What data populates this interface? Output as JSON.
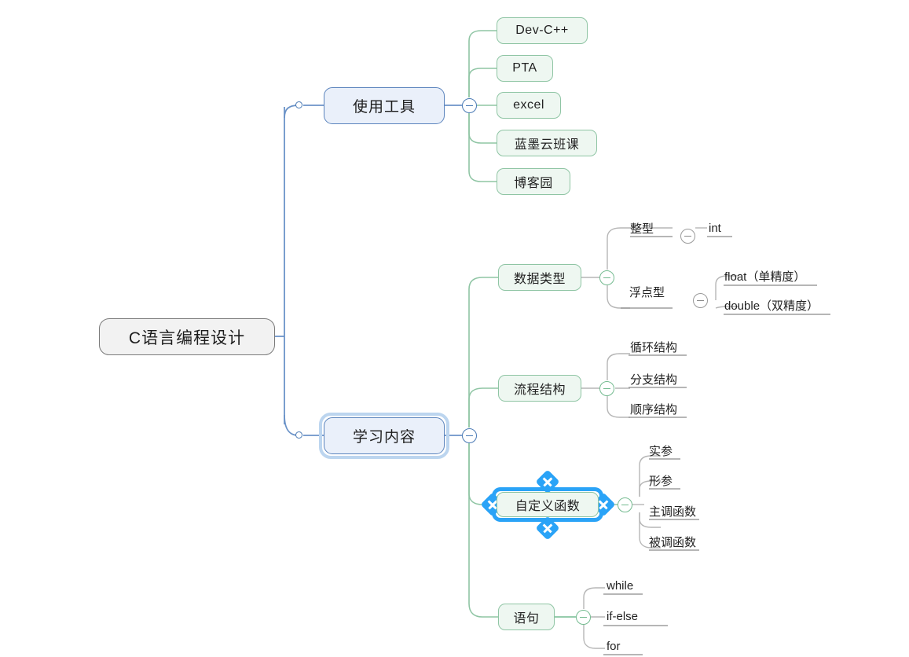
{
  "app": {
    "type": "mindmap",
    "background": "#ffffff"
  },
  "colors": {
    "root_fill": "#f2f2f2",
    "root_border": "#7a7a7a",
    "blue_fill": "#eaf0fa",
    "blue_border": "#5b84bd",
    "green_fill": "#eef7f1",
    "green_border": "#8fc5a4",
    "selection": "#2aa3f7",
    "hover_halo": "#bcd5ef",
    "link_blue": "#6b93c8",
    "link_green": "#8fc5a4",
    "link_gray": "#b6b6b6",
    "text": "#1d1d1d"
  },
  "root": {
    "label": "C语言编程设计"
  },
  "branches": {
    "tools": {
      "label": "使用工具",
      "toggle": "collapse-minus",
      "children": [
        {
          "label": "Dev-C++"
        },
        {
          "label": "PTA"
        },
        {
          "label": "excel"
        },
        {
          "label": "蓝墨云班课"
        },
        {
          "label": "博客园"
        }
      ]
    },
    "content": {
      "label": "学习内容",
      "state": "hovered",
      "toggle": "collapse-minus",
      "children": [
        {
          "label": "数据类型",
          "toggle": "collapse-minus",
          "children": [
            {
              "label": "整型",
              "toggle": "collapse-minus",
              "children": [
                {
                  "label": "int"
                }
              ]
            },
            {
              "label": "浮点型",
              "toggle": "collapse-minus",
              "children": [
                {
                  "label": "float（单精度）"
                },
                {
                  "label": "double（双精度）"
                }
              ]
            }
          ]
        },
        {
          "label": "流程结构",
          "toggle": "collapse-minus",
          "children": [
            {
              "label": "循环结构"
            },
            {
              "label": "分支结构"
            },
            {
              "label": "顺序结构"
            }
          ]
        },
        {
          "label": "自定义函数",
          "state": "selected",
          "toggle": "collapse-minus",
          "children": [
            {
              "label": "实参"
            },
            {
              "label": "形参"
            },
            {
              "label": "主调函数"
            },
            {
              "label": "被调函数"
            }
          ]
        },
        {
          "label": "语句",
          "toggle": "collapse-minus",
          "children": [
            {
              "label": "while"
            },
            {
              "label": "if-else"
            },
            {
              "label": "for"
            }
          ]
        }
      ]
    }
  }
}
